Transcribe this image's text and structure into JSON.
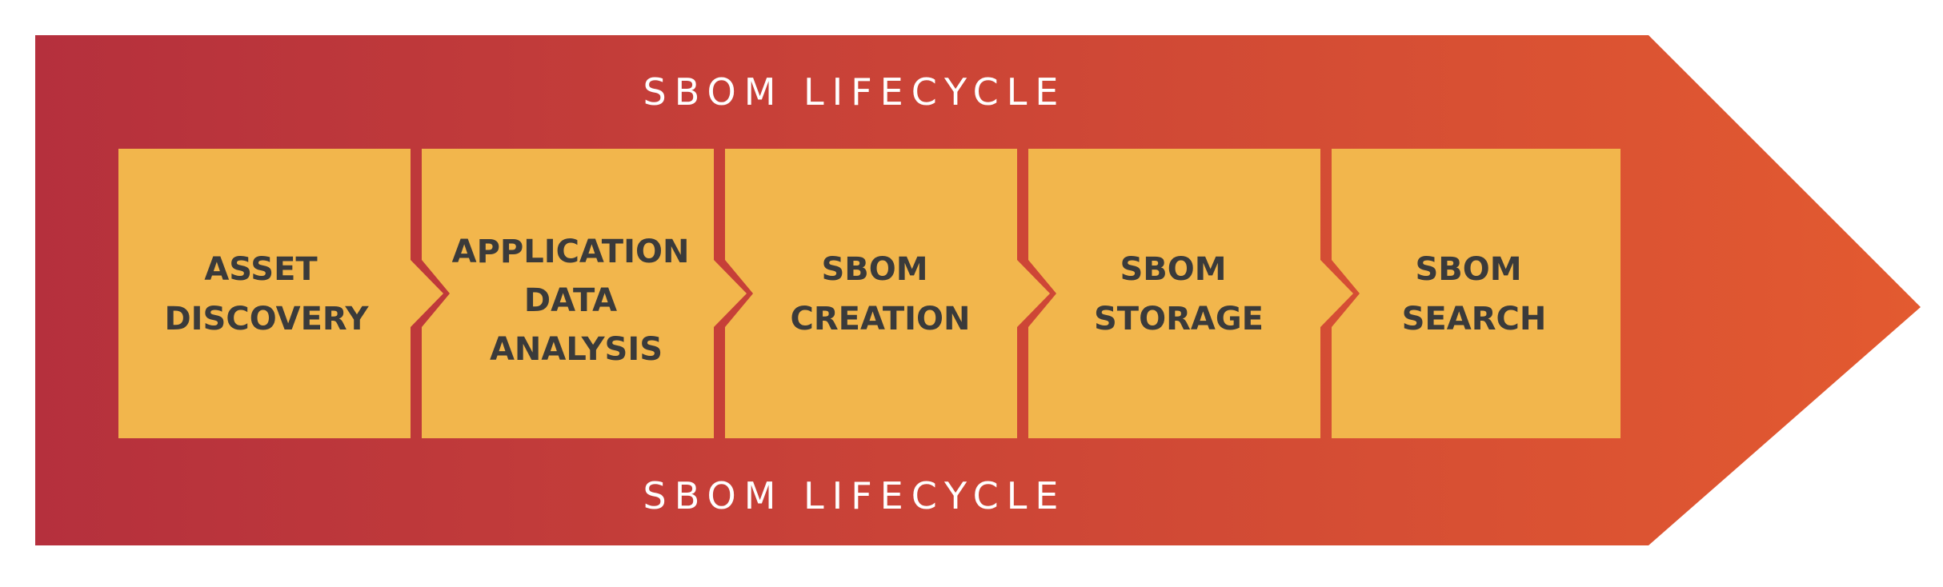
{
  "banner": {
    "top_label": "SBOM LIFECYCLE",
    "bottom_label": "SBOM LIFECYCLE",
    "gradient_start": "#b5303d",
    "gradient_end": "#e35a30"
  },
  "step_fill": "#f2b64c",
  "step_text_color": "#3a3a3a",
  "steps": [
    {
      "lines": [
        "ASSET",
        "DISCOVERY"
      ]
    },
    {
      "lines": [
        "APPLICATION",
        "DATA",
        "ANALYSIS"
      ]
    },
    {
      "lines": [
        "SBOM",
        "CREATION"
      ]
    },
    {
      "lines": [
        "SBOM",
        "STORAGE"
      ]
    },
    {
      "lines": [
        "SBOM",
        "SEARCH"
      ]
    }
  ]
}
